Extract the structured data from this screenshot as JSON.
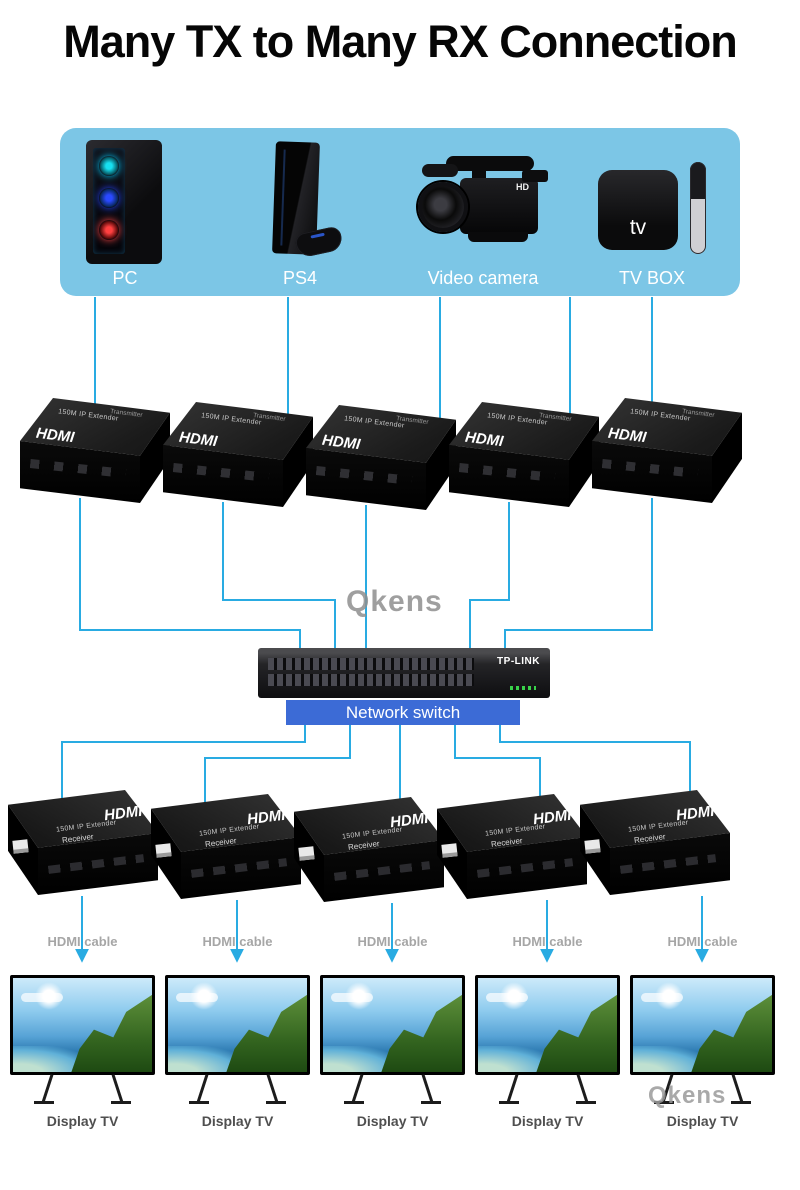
{
  "title": "Many TX to Many RX Connection",
  "watermark": {
    "text": "Qkens"
  },
  "sources": {
    "items": [
      {
        "label": "PC"
      },
      {
        "label": "PS4"
      },
      {
        "label": "Video camera",
        "badge": "HD"
      },
      {
        "label": "TV BOX",
        "box_logo": "tv"
      }
    ]
  },
  "tx": {
    "count": 5,
    "hdmi_logo": "HDMI",
    "model": "150M IP Extender",
    "role": "Transmitter"
  },
  "switch": {
    "brand": "TP-LINK",
    "label": "Network switch"
  },
  "rx": {
    "count": 5,
    "hdmi_logo": "HDMI",
    "model": "150M IP Extender",
    "role": "Receiver",
    "cable_label": "HDMI cable"
  },
  "tv": {
    "count": 5,
    "label": "Display TV"
  },
  "colors": {
    "band": "#7cc6e6",
    "wire": "#29abe2",
    "switch_label_bg": "#3c6bd6",
    "title": "#060606"
  }
}
